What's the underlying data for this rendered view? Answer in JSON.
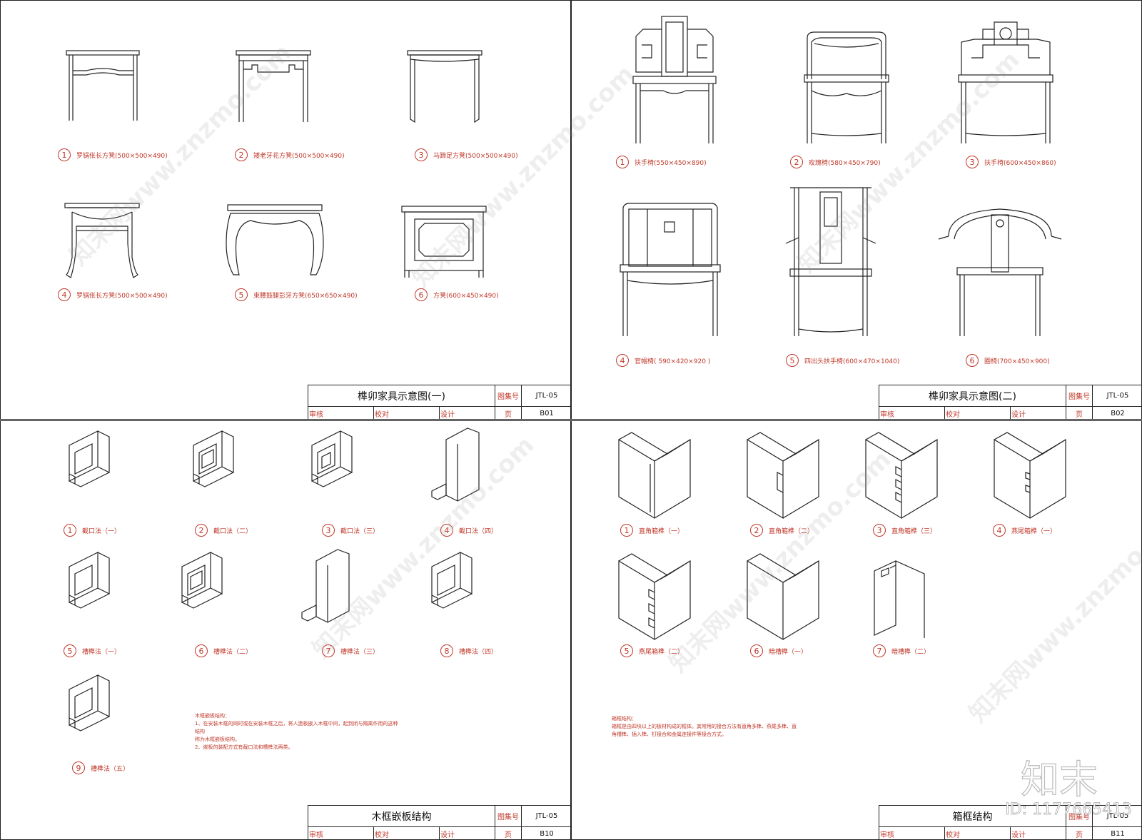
{
  "sheets": [
    {
      "title": "榫卯家具示意图(一)",
      "label_atlas": "图集号",
      "atlas_no": "JTL-05",
      "label_review": "审核",
      "label_check": "校对",
      "label_design": "设计",
      "label_page": "页",
      "page_no": "B01",
      "items": [
        {
          "num": "1",
          "label": "罗锅伥长方凳(500×500×490)"
        },
        {
          "num": "2",
          "label": "矮老牙花方凳(500×500×490)"
        },
        {
          "num": "3",
          "label": "马蹄足方凳(500×500×490)"
        },
        {
          "num": "4",
          "label": "罗锅伥长方凳(500×500×490)"
        },
        {
          "num": "5",
          "label": "束腰鼓腿彭牙方凳(650×650×490)"
        },
        {
          "num": "6",
          "label": "方凳(600×450×490)"
        }
      ]
    },
    {
      "title": "榫卯家具示意图(二)",
      "label_atlas": "图集号",
      "atlas_no": "JTL-05",
      "label_review": "审核",
      "label_check": "校对",
      "label_design": "设计",
      "label_page": "页",
      "page_no": "B02",
      "items": [
        {
          "num": "1",
          "label": "扶手椅(550×450×890)"
        },
        {
          "num": "2",
          "label": "玫瑰椅(580×450×790)"
        },
        {
          "num": "3",
          "label": "扶手椅(600×450×860)"
        },
        {
          "num": "4",
          "label": "官帽椅( 590×420×920 )"
        },
        {
          "num": "5",
          "label": "四出头扶手椅(600×470×1040)"
        },
        {
          "num": "6",
          "label": "圈椅(700×450×900)"
        }
      ]
    },
    {
      "title": "木框嵌板结构",
      "label_atlas": "图集号",
      "atlas_no": "JTL-05",
      "label_review": "审核",
      "label_check": "校对",
      "label_design": "设计",
      "label_page": "页",
      "page_no": "B10",
      "items": [
        {
          "num": "1",
          "label": "截口法（一）"
        },
        {
          "num": "2",
          "label": "截口法（二）"
        },
        {
          "num": "3",
          "label": "截口法（三）"
        },
        {
          "num": "4",
          "label": "截口法（四）"
        },
        {
          "num": "5",
          "label": "槽榫法（一）"
        },
        {
          "num": "6",
          "label": "槽榫法（二）"
        },
        {
          "num": "7",
          "label": "槽榫法（三）"
        },
        {
          "num": "8",
          "label": "槽榫法（四）"
        },
        {
          "num": "9",
          "label": "槽榫法（五）"
        }
      ],
      "notes": [
        "木框嵌板结构：",
        "1、在安装木框的同时或在安装木框之后，将人造板嵌入木框中间，起到闭与隔离作用的这种结构",
        "称为木框嵌板结构。",
        "2、嵌板的装配方式有截口法和槽榫法两类。"
      ]
    },
    {
      "title": "箱框结构",
      "label_atlas": "图集号",
      "atlas_no": "JTL-05",
      "label_review": "审核",
      "label_check": "校对",
      "label_design": "设计",
      "label_page": "页",
      "page_no": "B11",
      "items": [
        {
          "num": "1",
          "label": "直角箱榫（一）"
        },
        {
          "num": "2",
          "label": "直角箱榫（二）"
        },
        {
          "num": "3",
          "label": "直角箱榫（三）"
        },
        {
          "num": "4",
          "label": "燕尾箱榫（一）"
        },
        {
          "num": "5",
          "label": "燕尾箱榫（二）"
        },
        {
          "num": "6",
          "label": "暗槽榫（一）"
        },
        {
          "num": "7",
          "label": "暗槽榫（二）"
        }
      ],
      "notes": [
        "箱框结构：",
        "箱框是由四块以上的板材构成的框体。其常用的接合方法有直角多榫、燕尾多榫、直",
        "角槽榫、插入榫、钉接合和金属连接件等接合方式。"
      ]
    }
  ],
  "watermark": {
    "text": "知末网www.znzmo.com",
    "logo": "知末",
    "id": "ID: 1177665413"
  }
}
